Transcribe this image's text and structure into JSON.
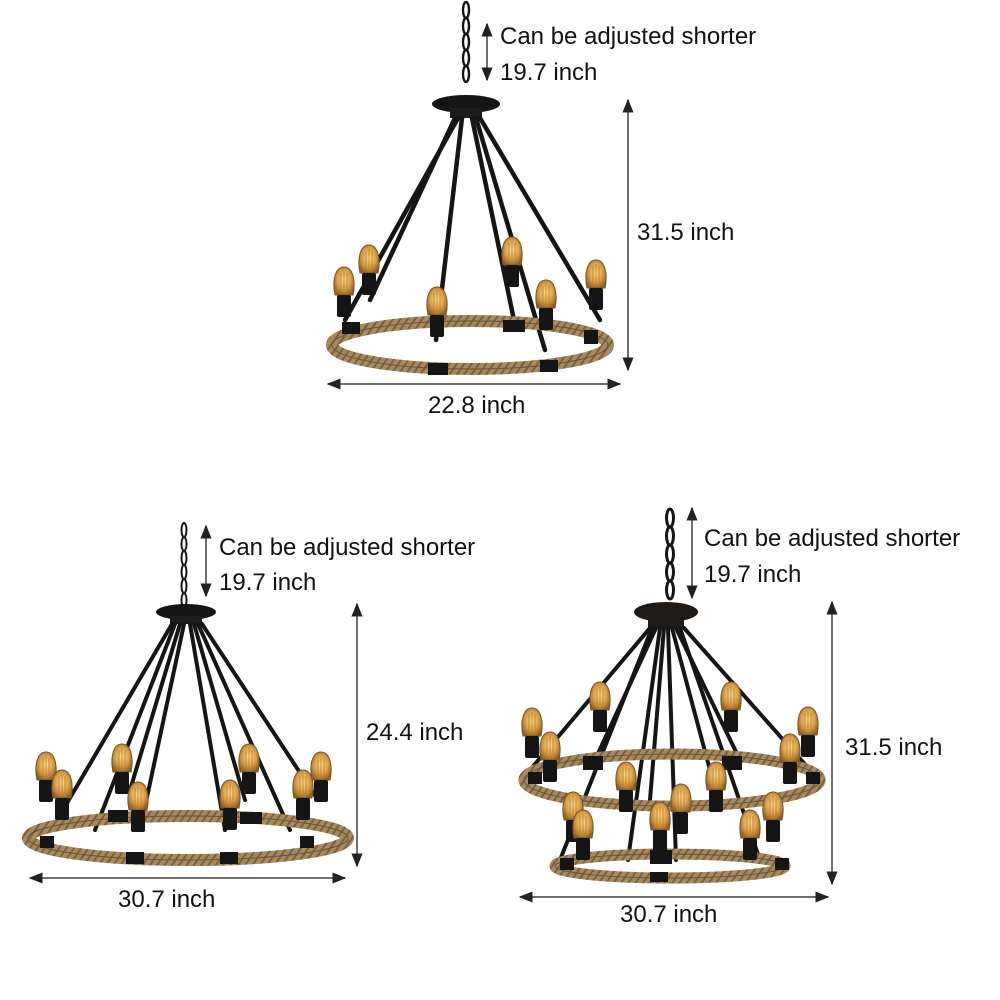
{
  "colors": {
    "background": "#ffffff",
    "text": "#111111",
    "dimension_line": "#6e6e6e",
    "iron": "#151515",
    "rope": "#a88a5e",
    "rope_dark": "#6b5234",
    "bulb_glow": "#e8b860",
    "bulb_core": "#f6d58c"
  },
  "products": [
    {
      "name": "6-light rope chandelier",
      "lights": 6,
      "chain_note": "Can be adjusted shorter",
      "chain_length": "19.7 inch",
      "height": "31.5 inch",
      "width": "22.8 inch"
    },
    {
      "name": "8-light rope chandelier",
      "lights": 8,
      "chain_note": "Can be adjusted shorter",
      "chain_length": "19.7 inch",
      "height": "24.4 inch",
      "width": "30.7 inch"
    },
    {
      "name": "14-light two-tier rope chandelier",
      "lights": 14,
      "chain_note": "Can be adjusted shorter",
      "chain_length": "19.7 inch",
      "height": "31.5 inch",
      "width": "30.7 inch"
    }
  ]
}
